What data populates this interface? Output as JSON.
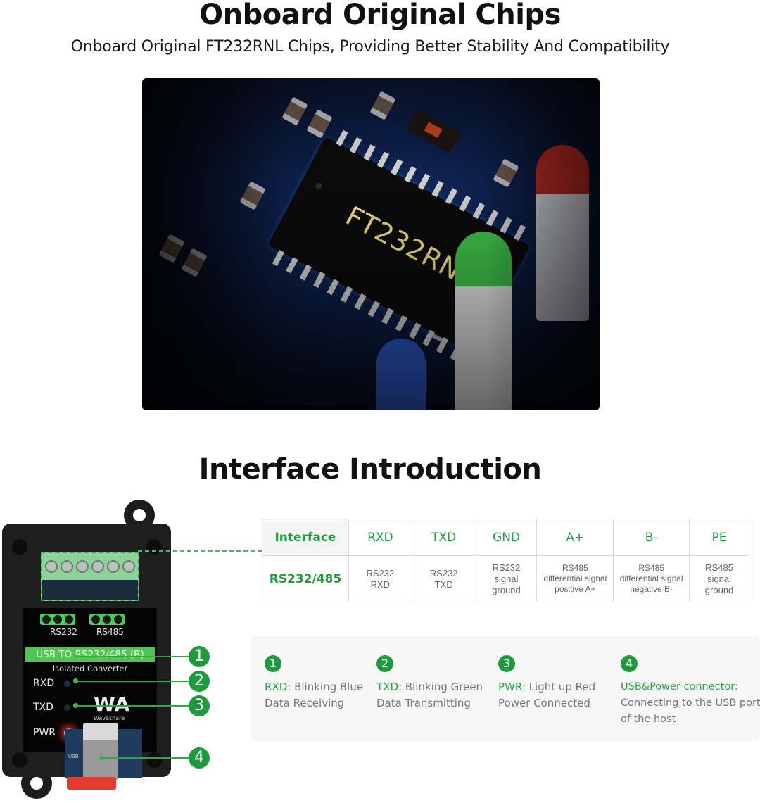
{
  "section1": {
    "title": "Onboard Original Chips",
    "subtitle": "Onboard Original FT232RNL Chips, Providing Better Stability And Compatibility",
    "photo": {
      "chip_label": "FT232RNL",
      "description": "close-up photo of FT232RNL chip on blue PCB with red, green and blue LEDs"
    }
  },
  "section2": {
    "title": "Interface Introduction",
    "device": {
      "rs232_pins": [
        "RXD",
        "TXD",
        "GND"
      ],
      "rs485_pins": [
        "A+",
        "B-",
        "PE"
      ],
      "rs232_label": "RS232",
      "rs485_label": "RS485",
      "model_label": "USB TO RS232/485 (B)",
      "subtitle_label": "Isolated Converter",
      "led_labels": [
        "RXD",
        "TXD",
        "PWR"
      ],
      "brand_logo": "WA",
      "brand_name": "Waveshare",
      "usb_label": "USB",
      "usb_small_label": "USB",
      "callouts": [
        "1",
        "2",
        "3",
        "4"
      ]
    },
    "table": {
      "headers": [
        "Interface",
        "RXD",
        "TXD",
        "GND",
        "A+",
        "B-",
        "PE"
      ],
      "row": {
        "label": "RS232/485",
        "cells": [
          [
            "RS232",
            "RXD"
          ],
          [
            "RS232",
            "TXD"
          ],
          [
            "RS232",
            "signal",
            "ground"
          ],
          [
            "RS485",
            "differential signal",
            "positive A+"
          ],
          [
            "RS485",
            "differential signal",
            "negative B-"
          ],
          [
            "RS485",
            "signal",
            "ground"
          ]
        ]
      }
    },
    "legend": [
      {
        "num": "1",
        "key": "RXD:",
        "value": " Blinking Blue",
        "line2": "Data Receiving"
      },
      {
        "num": "2",
        "key": "TXD:",
        "value": " Blinking Green",
        "line2": "Data Transmitting"
      },
      {
        "num": "3",
        "key": "PWR:",
        "value": " Light up Red",
        "line2": "Power Connected"
      },
      {
        "num": "4",
        "key": "USB&Power connector:",
        "value": "",
        "line2": "Connecting to the USB port",
        "line3": "of the host"
      }
    ]
  },
  "colors": {
    "accent_green": "#1f9e3c",
    "badge_green": "#1f9a3c",
    "text_gray": "#777777",
    "legend_bg": "#f6f6f6",
    "table_border": "#dadada"
  }
}
